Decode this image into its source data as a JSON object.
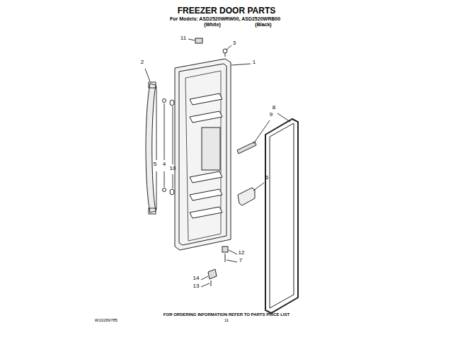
{
  "diagram": {
    "title": "FREEZER DOOR PARTS",
    "labels": [
      "For Models: ASD2520WRW00, ASD2520WRB00",
      "(White)",
      "(Black)",
      "11",
      "3",
      "1",
      "2",
      "8",
      "9",
      "5",
      "4",
      "10",
      "6",
      "12",
      "7",
      "14",
      "13",
      "FOR ORDERING INFORMATION REFER TO PARTS PRICE LIST",
      "W10269785",
      "11"
    ]
  }
}
